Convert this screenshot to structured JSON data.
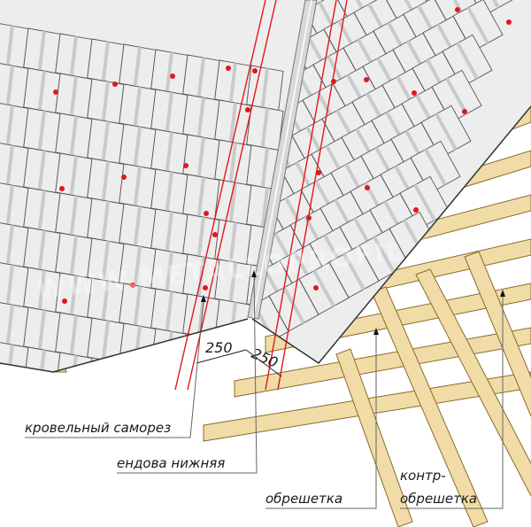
{
  "labels": {
    "screw": "кровельный саморез",
    "valley": "ендова нижняя",
    "batten": "обрешетка",
    "counter_line1": "контр-",
    "counter_line2": "обрешетка"
  },
  "dimensions": {
    "left": "250",
    "right": "250"
  },
  "watermark": "WWW.METALLOPROFIL.RU",
  "colors": {
    "tile_fill": "#ededee",
    "tile_shade": "#c9cacc",
    "tile_stroke": "#555555",
    "wood_fill": "#f1dca7",
    "wood_stroke": "#8a6a2a",
    "valley_fill": "#d8d8d8",
    "red_line": "#e2161c",
    "screw_dot": "#e2161c",
    "leader": "#666666"
  }
}
